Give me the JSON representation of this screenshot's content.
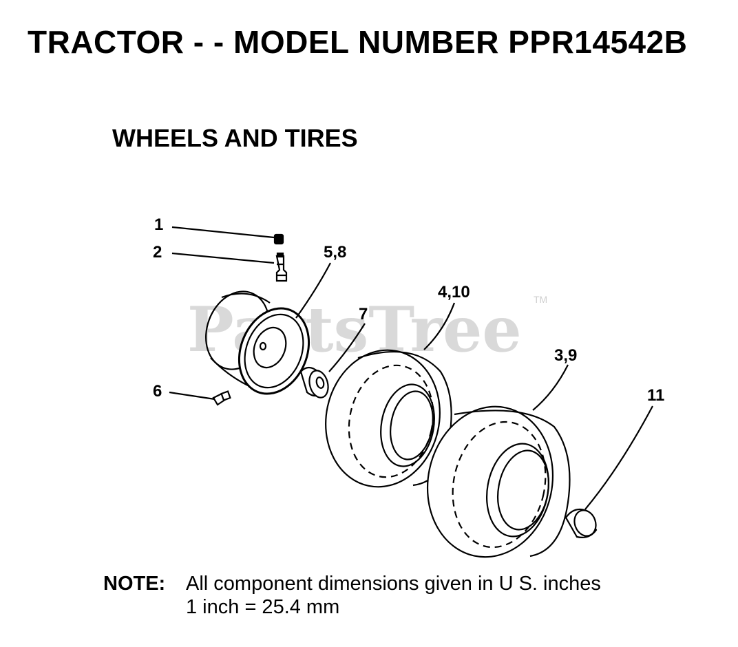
{
  "title": "TRACTOR - - MODEL NUMBER PPR14542B",
  "subtitle": "WHEELS AND TIRES",
  "watermark": {
    "text": "PartsTree",
    "tm": "TM"
  },
  "callouts": {
    "c1": "1",
    "c2": "2",
    "c58": "5,8",
    "c410": "4,10",
    "c7": "7",
    "c39": "3,9",
    "c6": "6",
    "c11": "11"
  },
  "note": {
    "label": "NOTE:",
    "line1": "All component dimensions given in U S. inches",
    "line2": "1 inch = 25.4 mm"
  }
}
